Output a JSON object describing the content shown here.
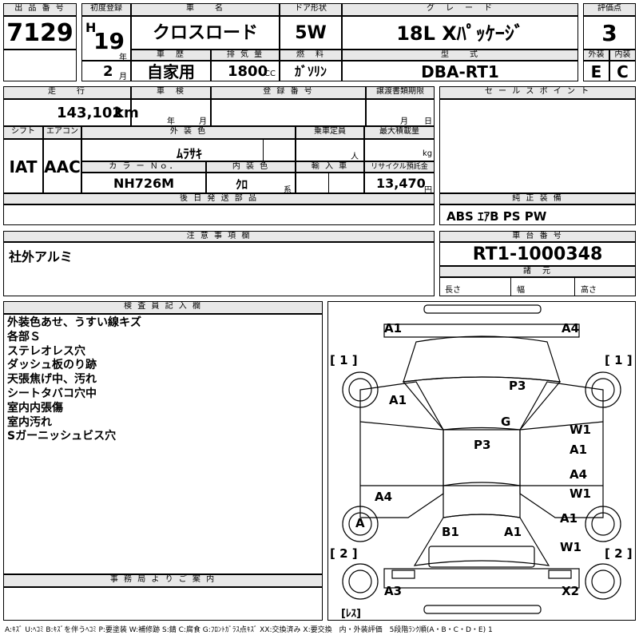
{
  "top": {
    "h_lot": "出 品 番 号",
    "lot": "7129",
    "h_first_reg": "初度登録",
    "era": "H",
    "year": "19",
    "year_unit": "年",
    "month": "2",
    "month_unit": "月",
    "h_car_name": "車　　名",
    "car_name": "クロスロード",
    "h_doors": "ドア形状",
    "doors": "5W",
    "h_grade": "グ　レ　ー　ド",
    "grade": "18L Xﾊﾟｯｹｰｼﾞ",
    "h_score": "評価点",
    "score": "3",
    "h_history": "車　歴",
    "history": "自家用",
    "h_displacement": "排 気 量",
    "displacement": "1800",
    "displacement_unit": "CC",
    "h_fuel": "燃　料",
    "fuel": "ｶﾞｿﾘﾝ",
    "h_model": "型　　式",
    "model": "DBA-RT1",
    "h_ext": "外装",
    "ext": "E",
    "h_int": "内装",
    "int": "C"
  },
  "mid": {
    "h_mileage": "走　　行",
    "mileage": "143,102",
    "mileage_unit": "km",
    "h_inspection": "車　検",
    "insp_year": "年",
    "insp_month": "月",
    "h_reg_no": "登 録 番 号",
    "h_transfer": "譲渡書類期限",
    "tr_month": "月",
    "tr_day": "日",
    "h_shift": "シフト",
    "shift": "IAT",
    "h_ac": "エアコン",
    "ac": "AAC",
    "h_ext_color": "外 装 色",
    "ext_color": "ﾑﾗｻｷ",
    "h_capacity": "乗車定員",
    "capacity_unit": "人",
    "h_load": "最大積載量",
    "load_unit": "kg",
    "h_color_no": "カ ラ ー Ｎｏ．",
    "color_no": "NH726M",
    "h_int_color": "内 装 色",
    "int_color": "ｸﾛ",
    "int_color_suffix": "系",
    "h_import": "輸 入 車",
    "h_recycle": "リサイクル預託金",
    "recycle": "13,470",
    "recycle_unit": "円",
    "h_later_parts": "後 日 発 送 部 品",
    "h_sales": "セ ー ル ス ポ イ ン ト",
    "h_equipment": "純 正 装 備",
    "equipment": "ABS ｴｱB PS PW"
  },
  "notes": {
    "h_notes": "注 意 事 項 欄",
    "notes": "社外アルミ",
    "h_chassis": "車 台 番 号",
    "chassis": "RT1-1000348",
    "h_specs": "諸　元",
    "length": "長さ",
    "width": "幅",
    "height": "高さ"
  },
  "inspector": {
    "h_inspector": "検 査 員 記 入 欄",
    "lines": [
      "外装色あせ、うすい線キズ",
      "各部Ｓ",
      "ステレオレス穴",
      "ダッシュ板のり跡",
      "天張焦げ中、汚れ",
      "シートタバコ穴中",
      "室内内張傷",
      "室内汚れ",
      "Sガーニッシュビス穴"
    ],
    "h_office": "事 務 局 よ り ご 案 内"
  },
  "diagram": {
    "marks": [
      "A1",
      "A4",
      "[ 1 ]",
      "[ 1 ]",
      "A1",
      "P3",
      "G",
      "W1",
      "A1",
      "P3",
      "A4",
      "W1",
      "A4",
      "A1",
      "A",
      "B1",
      "A1",
      "W1",
      "[ 2 ]",
      "[ 2 ]",
      "A3",
      "X2",
      "[ﾚｽ]"
    ]
  },
  "legend": "A:ｷｽﾞ U:ﾍｺﾐ B:ｷｽﾞを伴うﾍｺﾐ P:要塗装 W:補修跡 S:錆 C:腐食 G:ﾌﾛﾝﾄｶﾞﾗｽ点ｷｽﾞ XX:交換済み X:要交換　内・外装評価　5段階ﾗﾝｸ順(A・B・C・D・E) 1"
}
